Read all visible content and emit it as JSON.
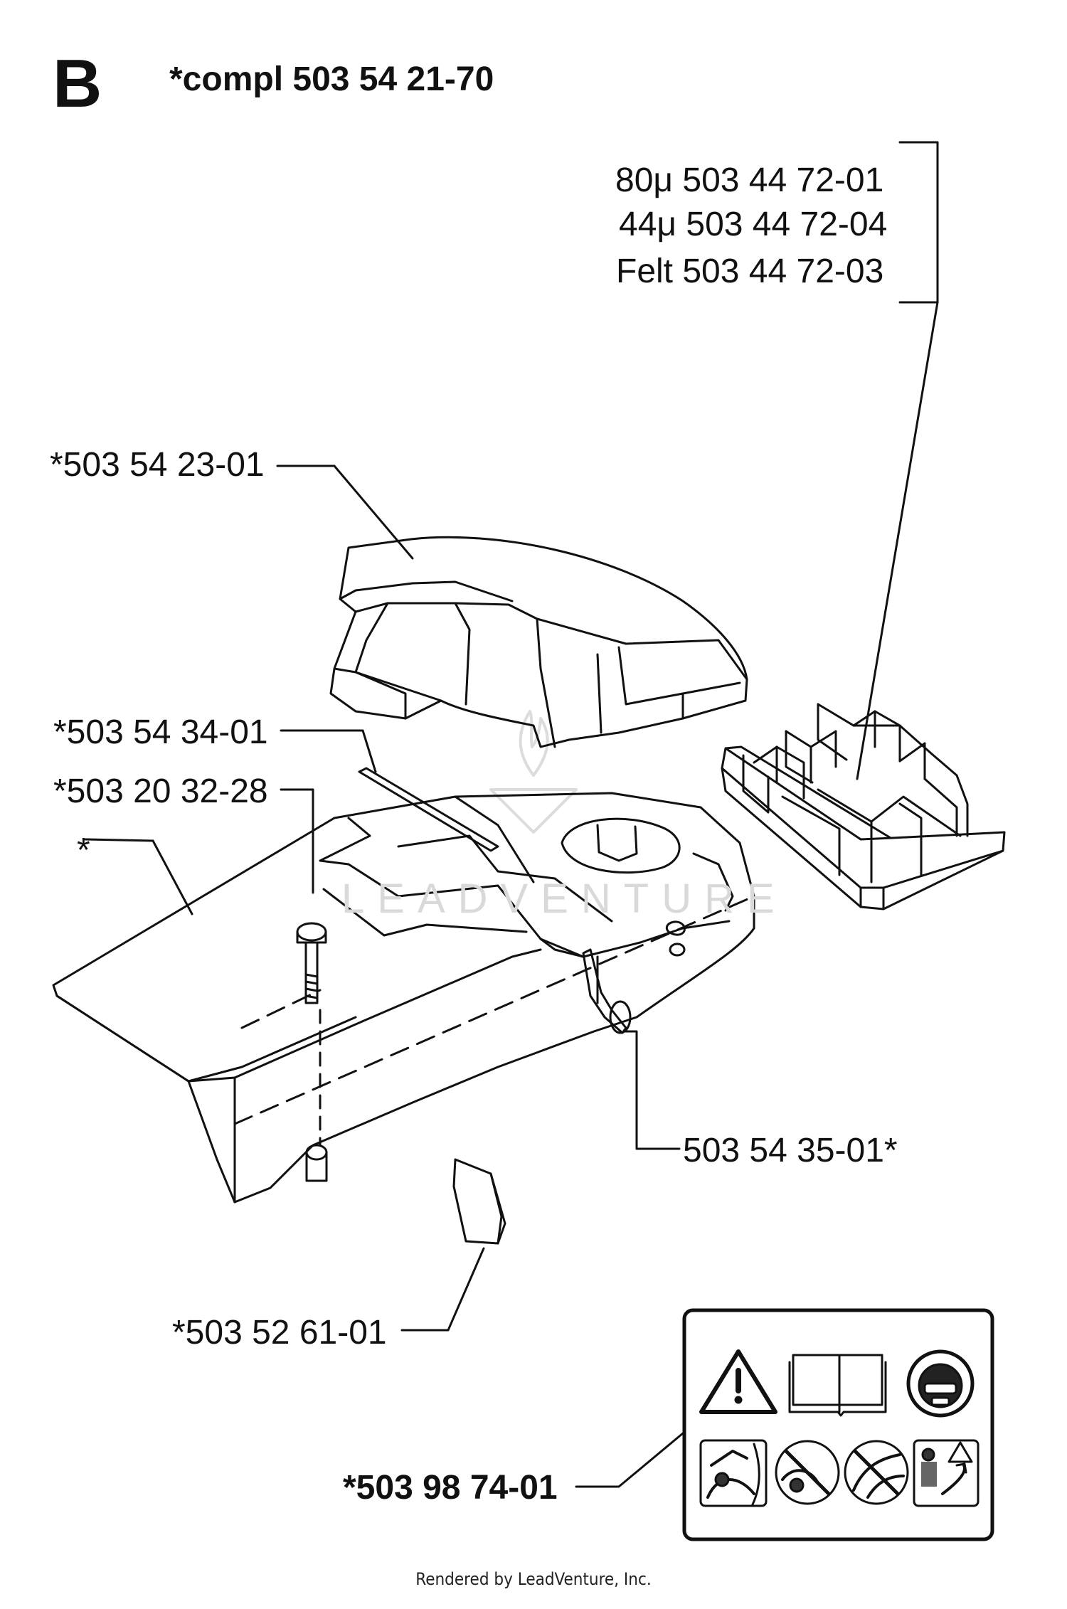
{
  "section": "B",
  "assembly": "*compl 503 54 21-70",
  "filter_labels": [
    "80μ 503 44 72-01",
    "44μ 503 44 72-04",
    "Felt 503 44 72-03"
  ],
  "parts": {
    "top_cover": "*503 54 23-01",
    "seal_strip": "*503 54 34-01",
    "screw": "*503 20 32-28",
    "cover": "*",
    "clip": "503 54 35-01*",
    "plate": "*503 52 61-01",
    "decal": "*503 98 74-01"
  },
  "watermark": "LEADVENTURE",
  "footer": "Rendered by LeadVenture, Inc."
}
